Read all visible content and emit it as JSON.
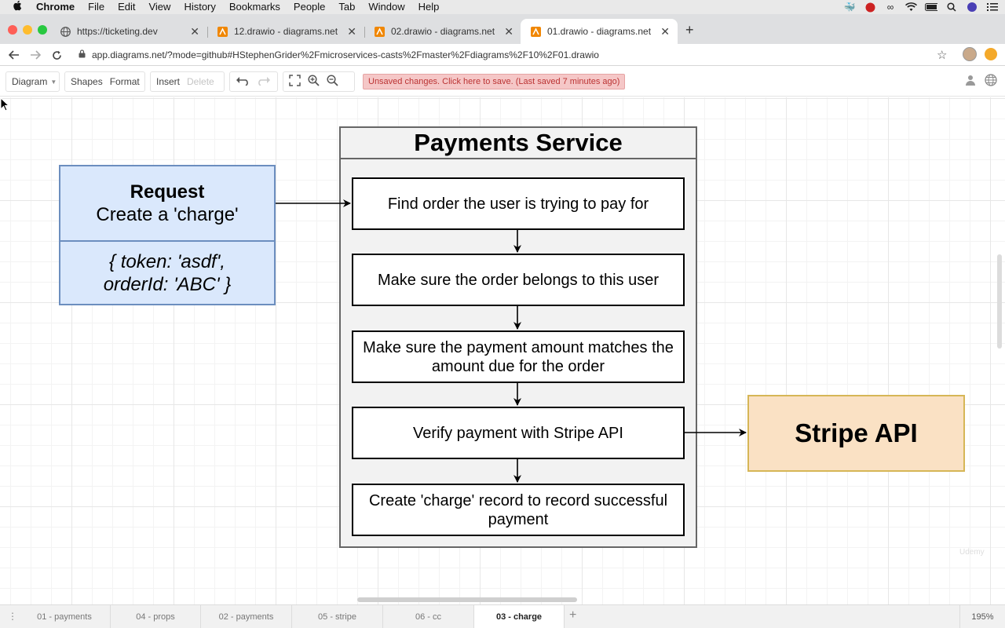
{
  "menubar": {
    "apple": "",
    "app": "Chrome",
    "items": [
      "File",
      "Edit",
      "View",
      "History",
      "Bookmarks",
      "People",
      "Tab",
      "Window",
      "Help"
    ]
  },
  "tabs": [
    {
      "title": "https://ticketing.dev",
      "icon": "globe-icon"
    },
    {
      "title": "12.drawio - diagrams.net",
      "icon": "drawio-icon"
    },
    {
      "title": "02.drawio - diagrams.net",
      "icon": "drawio-icon"
    },
    {
      "title": "01.drawio - diagrams.net",
      "icon": "drawio-icon"
    }
  ],
  "address": {
    "url": "app.diagrams.net/?mode=github#HStephenGrider%2Fmicroservices-casts%2Fmaster%2Fdiagrams%2F10%2F01.drawio"
  },
  "toolbar": {
    "diagram": "Diagram",
    "shapes": "Shapes",
    "format": "Format",
    "insert": "Insert",
    "delete": "Delete",
    "unsaved": "Unsaved changes. Click here to save. (Last saved 7 minutes ago)"
  },
  "diagram": {
    "request": {
      "title": "Request",
      "subtitle": "Create a 'charge'",
      "body_line1": "{ token: 'asdf',",
      "body_line2": "orderId: 'ABC' }"
    },
    "service_title": "Payments Service",
    "steps": [
      "Find order the user is trying to pay for",
      "Make sure the order belongs to this user",
      "Make sure the payment amount matches the amount due for the order",
      "Verify payment with Stripe API",
      "Create 'charge' record to record successful payment"
    ],
    "stripe": "Stripe API",
    "colors": {
      "request_fill": "#dae8fc",
      "request_stroke": "#6c8ebf",
      "stripe_fill": "#fae1c4",
      "stripe_stroke": "#d6b656",
      "container_fill": "#f2f2f2"
    }
  },
  "watermark": "Udemy",
  "pages": {
    "tabs": [
      "01 - payments",
      "04 - props",
      "02 - payments",
      "05 - stripe",
      "06 - cc",
      "03 - charge"
    ],
    "active_index": 5,
    "zoom": "195%"
  }
}
